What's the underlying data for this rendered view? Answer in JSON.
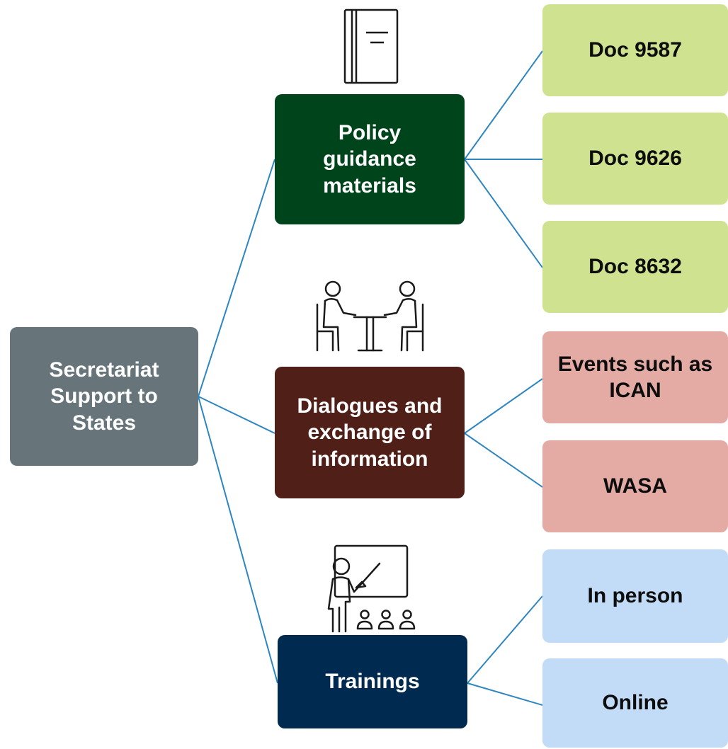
{
  "colors": {
    "root": "#67747a",
    "policy": "#00441b",
    "dialogues": "#4f1f18",
    "trainings": "#002a4f",
    "doc_leaf": "#cfe28f",
    "event_leaf": "#e4aaa4",
    "training_leaf": "#c2dcf7",
    "connector": "#2e86c1"
  },
  "root": {
    "label": "Secretariat\nSupport to\nStates"
  },
  "branches": [
    {
      "label": "Policy\nguidance\nmaterials",
      "icon": "document-icon",
      "leaves": [
        "Doc 9587",
        "Doc 9626",
        "Doc 8632"
      ]
    },
    {
      "label": "Dialogues and\nexchange of\ninformation",
      "icon": "meeting-icon",
      "leaves": [
        "Events such as\nICAN",
        "WASA"
      ]
    },
    {
      "label": "Trainings",
      "icon": "presentation-icon",
      "leaves": [
        "In person",
        "Online"
      ]
    }
  ]
}
